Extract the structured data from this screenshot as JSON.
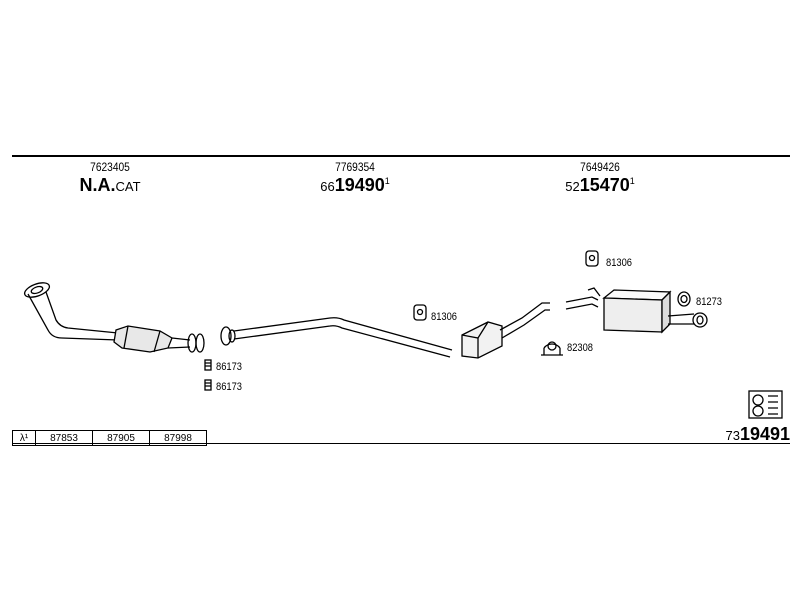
{
  "sections": [
    {
      "part_number": "7623405",
      "label_bold": "N.A.",
      "label_small": "CAT"
    },
    {
      "part_number": "7769354",
      "label_prefix": "66",
      "label_bold": "19490",
      "label_sup": "1"
    },
    {
      "part_number": "7649426",
      "label_prefix": "52",
      "label_bold": "15470",
      "label_sup": "1"
    }
  ],
  "refs": {
    "r86173_a": "86173",
    "r86173_b": "86173",
    "r81306_mid": "81306",
    "r81306_top": "81306",
    "r81273": "81273",
    "r82308": "82308"
  },
  "lambda_table": {
    "symbol": "λ¹",
    "values": [
      "87853",
      "87905",
      "87998"
    ]
  },
  "bottom_id": {
    "prefix": "73",
    "bold": "19491"
  }
}
